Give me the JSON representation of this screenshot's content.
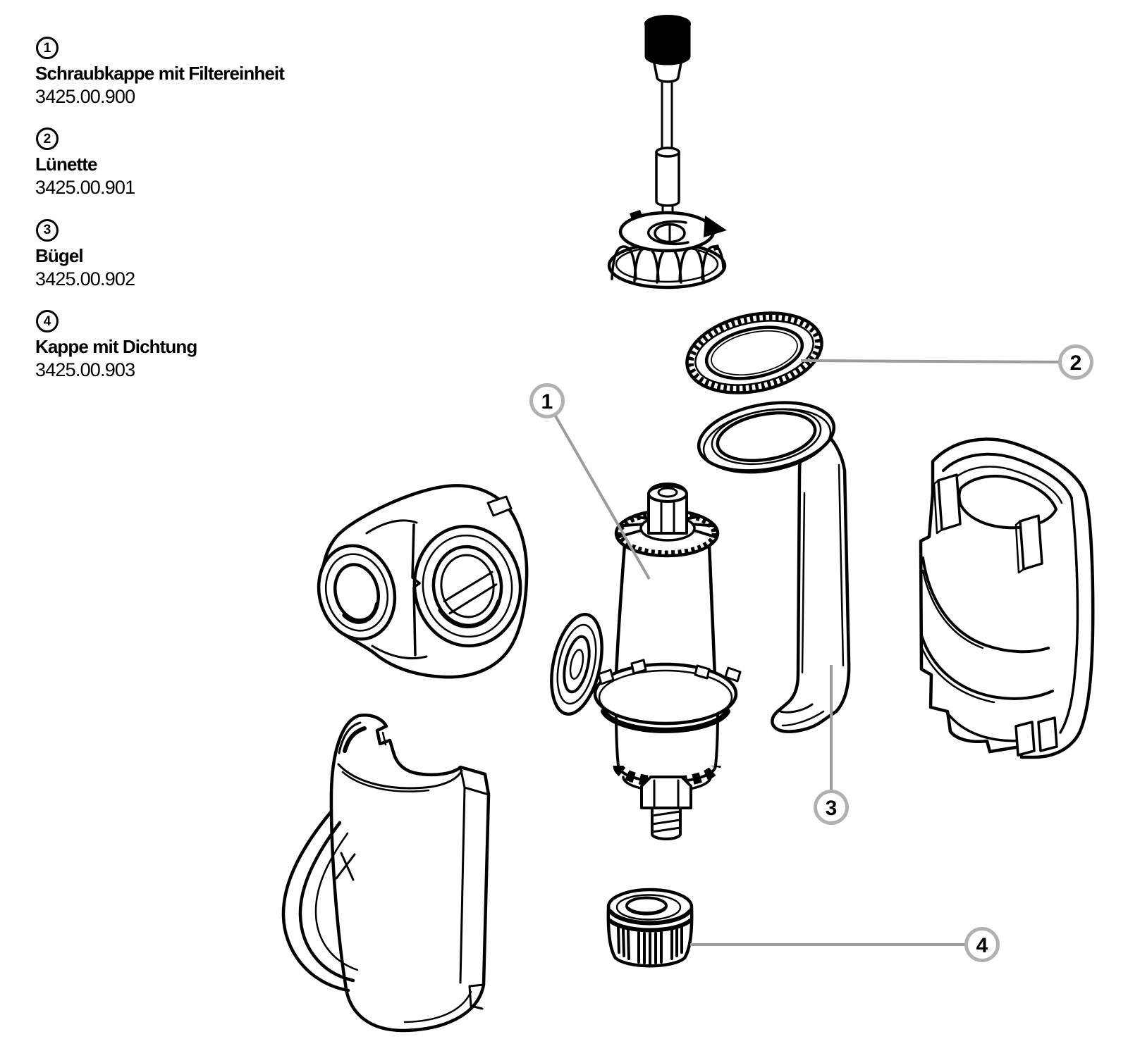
{
  "page": {
    "background": "#ffffff"
  },
  "parts_list": {
    "items": [
      {
        "number": "1",
        "name": "Schraubkappe mit Filtereinheit",
        "code": "3425.00.900"
      },
      {
        "number": "2",
        "name": "Lünette",
        "code": "3425.00.901"
      },
      {
        "number": "3",
        "name": "Bügel",
        "code": "3425.00.902"
      },
      {
        "number": "4",
        "name": "Kappe mit Dichtung",
        "code": "3425.00.903"
      }
    ]
  },
  "diagram": {
    "type": "exploded-view-parts-diagram",
    "colors": {
      "line": "#000000",
      "callout_gray": "#9c9c9c",
      "callout_ring": "#b1b1b1"
    },
    "callouts": [
      {
        "number": "1",
        "target": "Schraubkappe mit Filtereinheit"
      },
      {
        "number": "2",
        "target": "Lünette"
      },
      {
        "number": "3",
        "target": "Bügel"
      },
      {
        "number": "4",
        "target": "Kappe mit Dichtung"
      }
    ]
  }
}
